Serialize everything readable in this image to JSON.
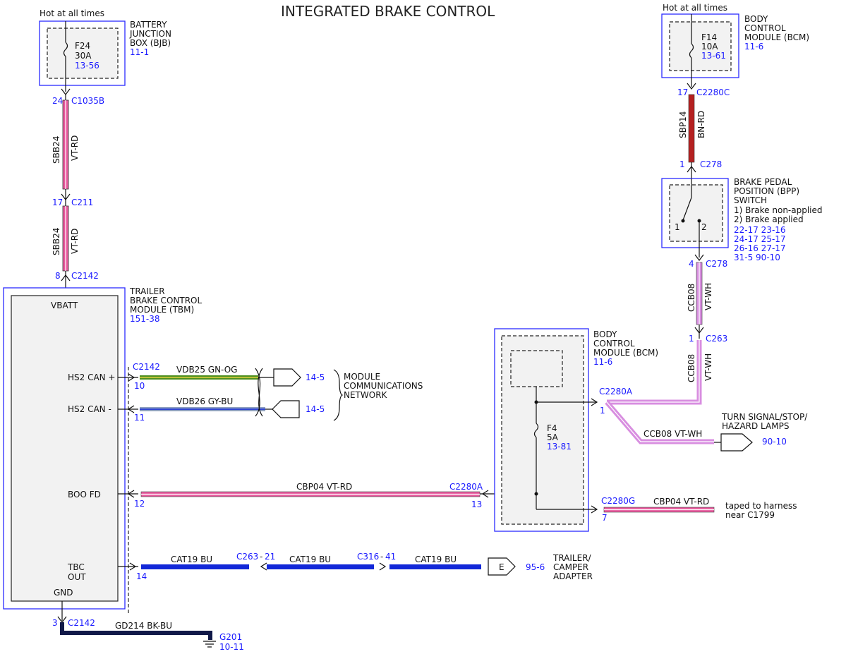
{
  "title": "INTEGRATED BRAKE CONTROL",
  "bjb": {
    "hot": "Hot at all times",
    "name": [
      "BATTERY",
      "JUNCTION",
      "BOX (BJB)"
    ],
    "ref": "11-1",
    "fuse": "F24",
    "amps": "30A",
    "fuse_ref": "13-56"
  },
  "bcm_top": {
    "hot": "Hot at all times",
    "name": [
      "BODY",
      "CONTROL",
      "MODULE (BCM)"
    ],
    "ref": "11-6",
    "fuse": "F14",
    "amps": "10A",
    "fuse_ref": "13-61"
  },
  "bpp": {
    "name": [
      "BRAKE PEDAL",
      "POSITION (BPP)",
      "SWITCH"
    ],
    "states": [
      "1) Brake non-applied",
      "2) Brake applied"
    ],
    "refs": [
      "22-17 23-16",
      "24-17 25-17",
      "26-16 27-17",
      "31-5   90-10"
    ],
    "pin1": "1",
    "pin2": "2"
  },
  "tbm": {
    "name": [
      "TRAILER",
      "BRAKE CONTROL",
      "MODULE (TBM)"
    ],
    "ref": "151-38",
    "vbatt": "VBATT",
    "hs2p": "HS2 CAN +",
    "hs2m": "HS2 CAN -",
    "boo": "BOO FD",
    "tbc1": "TBC",
    "tbc2": "OUT",
    "gnd": "GND"
  },
  "bcm_mid": {
    "name": [
      "BODY",
      "CONTROL",
      "MODULE (BCM)"
    ],
    "ref": "11-6",
    "fuse": "F4",
    "amps": "5A",
    "fuse_ref": "13-81"
  },
  "connectors": {
    "c1035b_pin": "24",
    "c1035b": "C1035B",
    "c211_pin": "17",
    "c211": "C211",
    "c2142_pin8": "8",
    "c2142": "C2142",
    "c2280c_pin": "17",
    "c2280c": "C2280C",
    "c278_pin1": "1",
    "c278": "C278",
    "c278_pin4": "4",
    "c263_pin1": "1",
    "c263": "C263",
    "c2142_can": "C2142",
    "pin10": "10",
    "pin11": "11",
    "pin12": "12",
    "pin14": "14",
    "c2280a": "C2280A",
    "c2280a_pin1": "1",
    "c2280a_b": "C2280A",
    "c2280a_pin13": "13",
    "c2280g": "C2280G",
    "c2280g_pin7": "7",
    "c2142_pin3": "3",
    "c2142_gnd": "C2142",
    "c263_21": "C263",
    "dash1": "-",
    "p21": "21",
    "c316_41": "C316",
    "dash2": "-",
    "p41": "41"
  },
  "wires": {
    "sbb24_a": "SBB24",
    "vtrd_a": "VT-RD",
    "sbb24_b": "SBB24",
    "vtrd_b": "VT-RD",
    "sbp14": "SBP14",
    "bnrd": "BN-RD",
    "ccb08_a": "CCB08",
    "vtwh_a": "VT-WH",
    "ccb08_b": "CCB08",
    "vtwh_b": "VT-WH",
    "vdb25": "VDB25  GN-OG",
    "vdb26": "VDB26  GY-BU",
    "cbp04_a": "CBP04  VT-RD",
    "cbp04_b": "CBP04  VT-RD",
    "ccb08_c": "CCB08   VT-WH",
    "cat19_a": "CAT19   BU",
    "cat19_b": "CAT19   BU",
    "cat19_c": "CAT19   BU",
    "gd214": "GD214   BK-BU"
  },
  "dest": {
    "can_ref1": "14-5",
    "can_ref2": "14-5",
    "network": [
      "MODULE",
      "COMMUNICATIONS",
      "NETWORK"
    ],
    "turn": [
      "TURN SIGNAL/STOP/",
      "HAZARD LAMPS"
    ],
    "turn_ref": "90-10",
    "taped": [
      "taped to harness",
      "near C1799"
    ],
    "e_label": "E",
    "e_ref": "95-6",
    "trailer": [
      "TRAILER/",
      "CAMPER",
      "ADAPTER"
    ],
    "g201": "G201",
    "g201_ref": "10-11"
  },
  "colors": {
    "vt": "#e85a9e",
    "bn": "#b52020",
    "wh_vt": "#d88ee0",
    "gn": "#4d8f1e",
    "gy": "#8ea0c0",
    "bu": "#1228d8",
    "bk": "#101848"
  }
}
